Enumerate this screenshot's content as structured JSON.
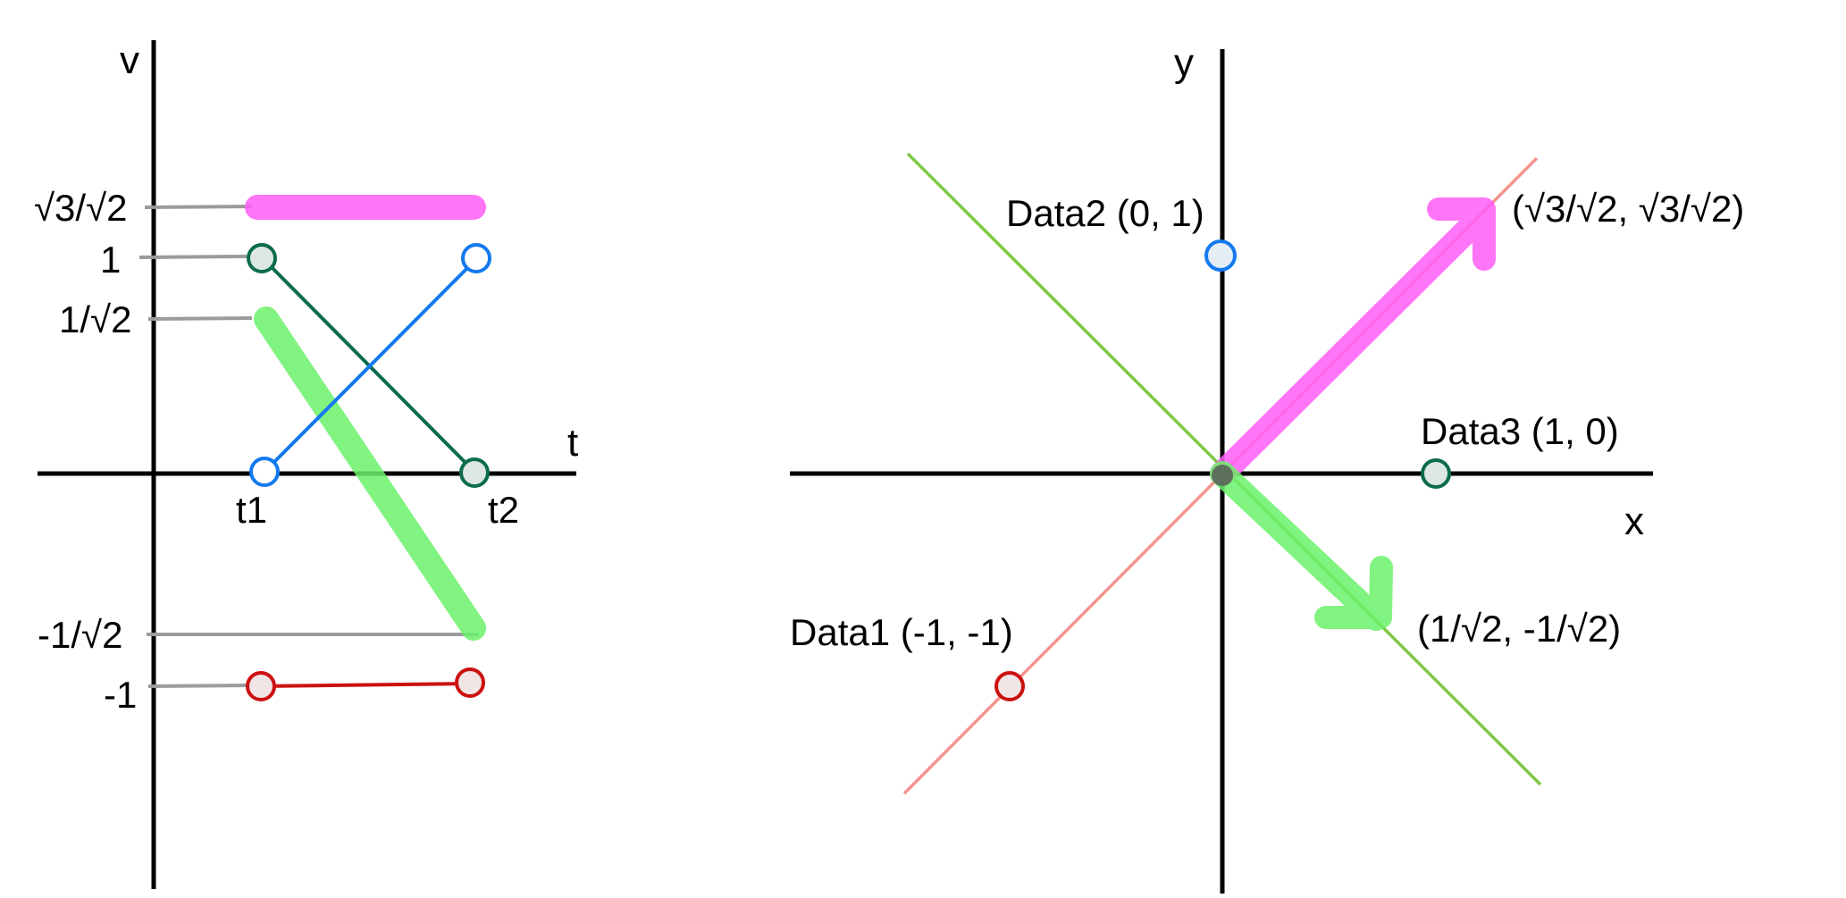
{
  "colors": {
    "axis": "#000000",
    "leader": "#9b9b9b",
    "magenta": "#ff5ef6",
    "green": "#6cf26c",
    "teal": "#0b6b4e",
    "blue": "#1479ee",
    "red": "#cc1111",
    "salmon_line": "#f5938f",
    "lime_line": "#7dc843",
    "marker_fill": "#dde7e3"
  },
  "left_plot": {
    "axis_labels": {
      "vertical": "v",
      "horizontal": "t"
    },
    "time_ticks": [
      {
        "label": "t1",
        "t": 1
      },
      {
        "label": "t2",
        "t": 2
      }
    ],
    "value_labels": [
      {
        "label": "√3/√2",
        "value": 1.2247
      },
      {
        "label": "1",
        "value": 1
      },
      {
        "label": "1/√2",
        "value": 0.7071
      },
      {
        "label": "-1/√2",
        "value": -0.7071
      },
      {
        "label": "-1",
        "value": -1
      }
    ],
    "series": [
      {
        "color_key": "teal",
        "kind": "circles-line",
        "t": [
          1,
          2
        ],
        "v": [
          1,
          0
        ]
      },
      {
        "color_key": "blue",
        "kind": "circles-line",
        "t": [
          1,
          2
        ],
        "v": [
          0,
          1
        ]
      },
      {
        "color_key": "red",
        "kind": "circles-line",
        "t": [
          1,
          2
        ],
        "v": [
          -1,
          -1
        ]
      },
      {
        "color_key": "magenta",
        "kind": "thick-line",
        "t": [
          1,
          2
        ],
        "v": [
          1.2247,
          1.2247
        ]
      },
      {
        "color_key": "green",
        "kind": "thick-line",
        "t": [
          1,
          2
        ],
        "v": [
          0.7071,
          -0.7071
        ]
      }
    ]
  },
  "right_plot": {
    "axis_labels": {
      "x": "x",
      "y": "y"
    },
    "points": [
      {
        "label": "Data1 (-1, -1)",
        "x": -1,
        "y": -1,
        "color_key": "red"
      },
      {
        "label": "Data2 (0, 1)",
        "x": 0,
        "y": 1,
        "color_key": "blue"
      },
      {
        "label": "Data3 (1, 0)",
        "x": 1,
        "y": 0,
        "color_key": "teal"
      }
    ],
    "vectors": [
      {
        "label": "(√3/√2, √3/√2)",
        "x": 1.2247,
        "y": 1.2247,
        "color_key": "magenta"
      },
      {
        "label": "(1/√2, -1/√2)",
        "x": 0.7071,
        "y": -0.7071,
        "color_key": "green"
      }
    ]
  }
}
